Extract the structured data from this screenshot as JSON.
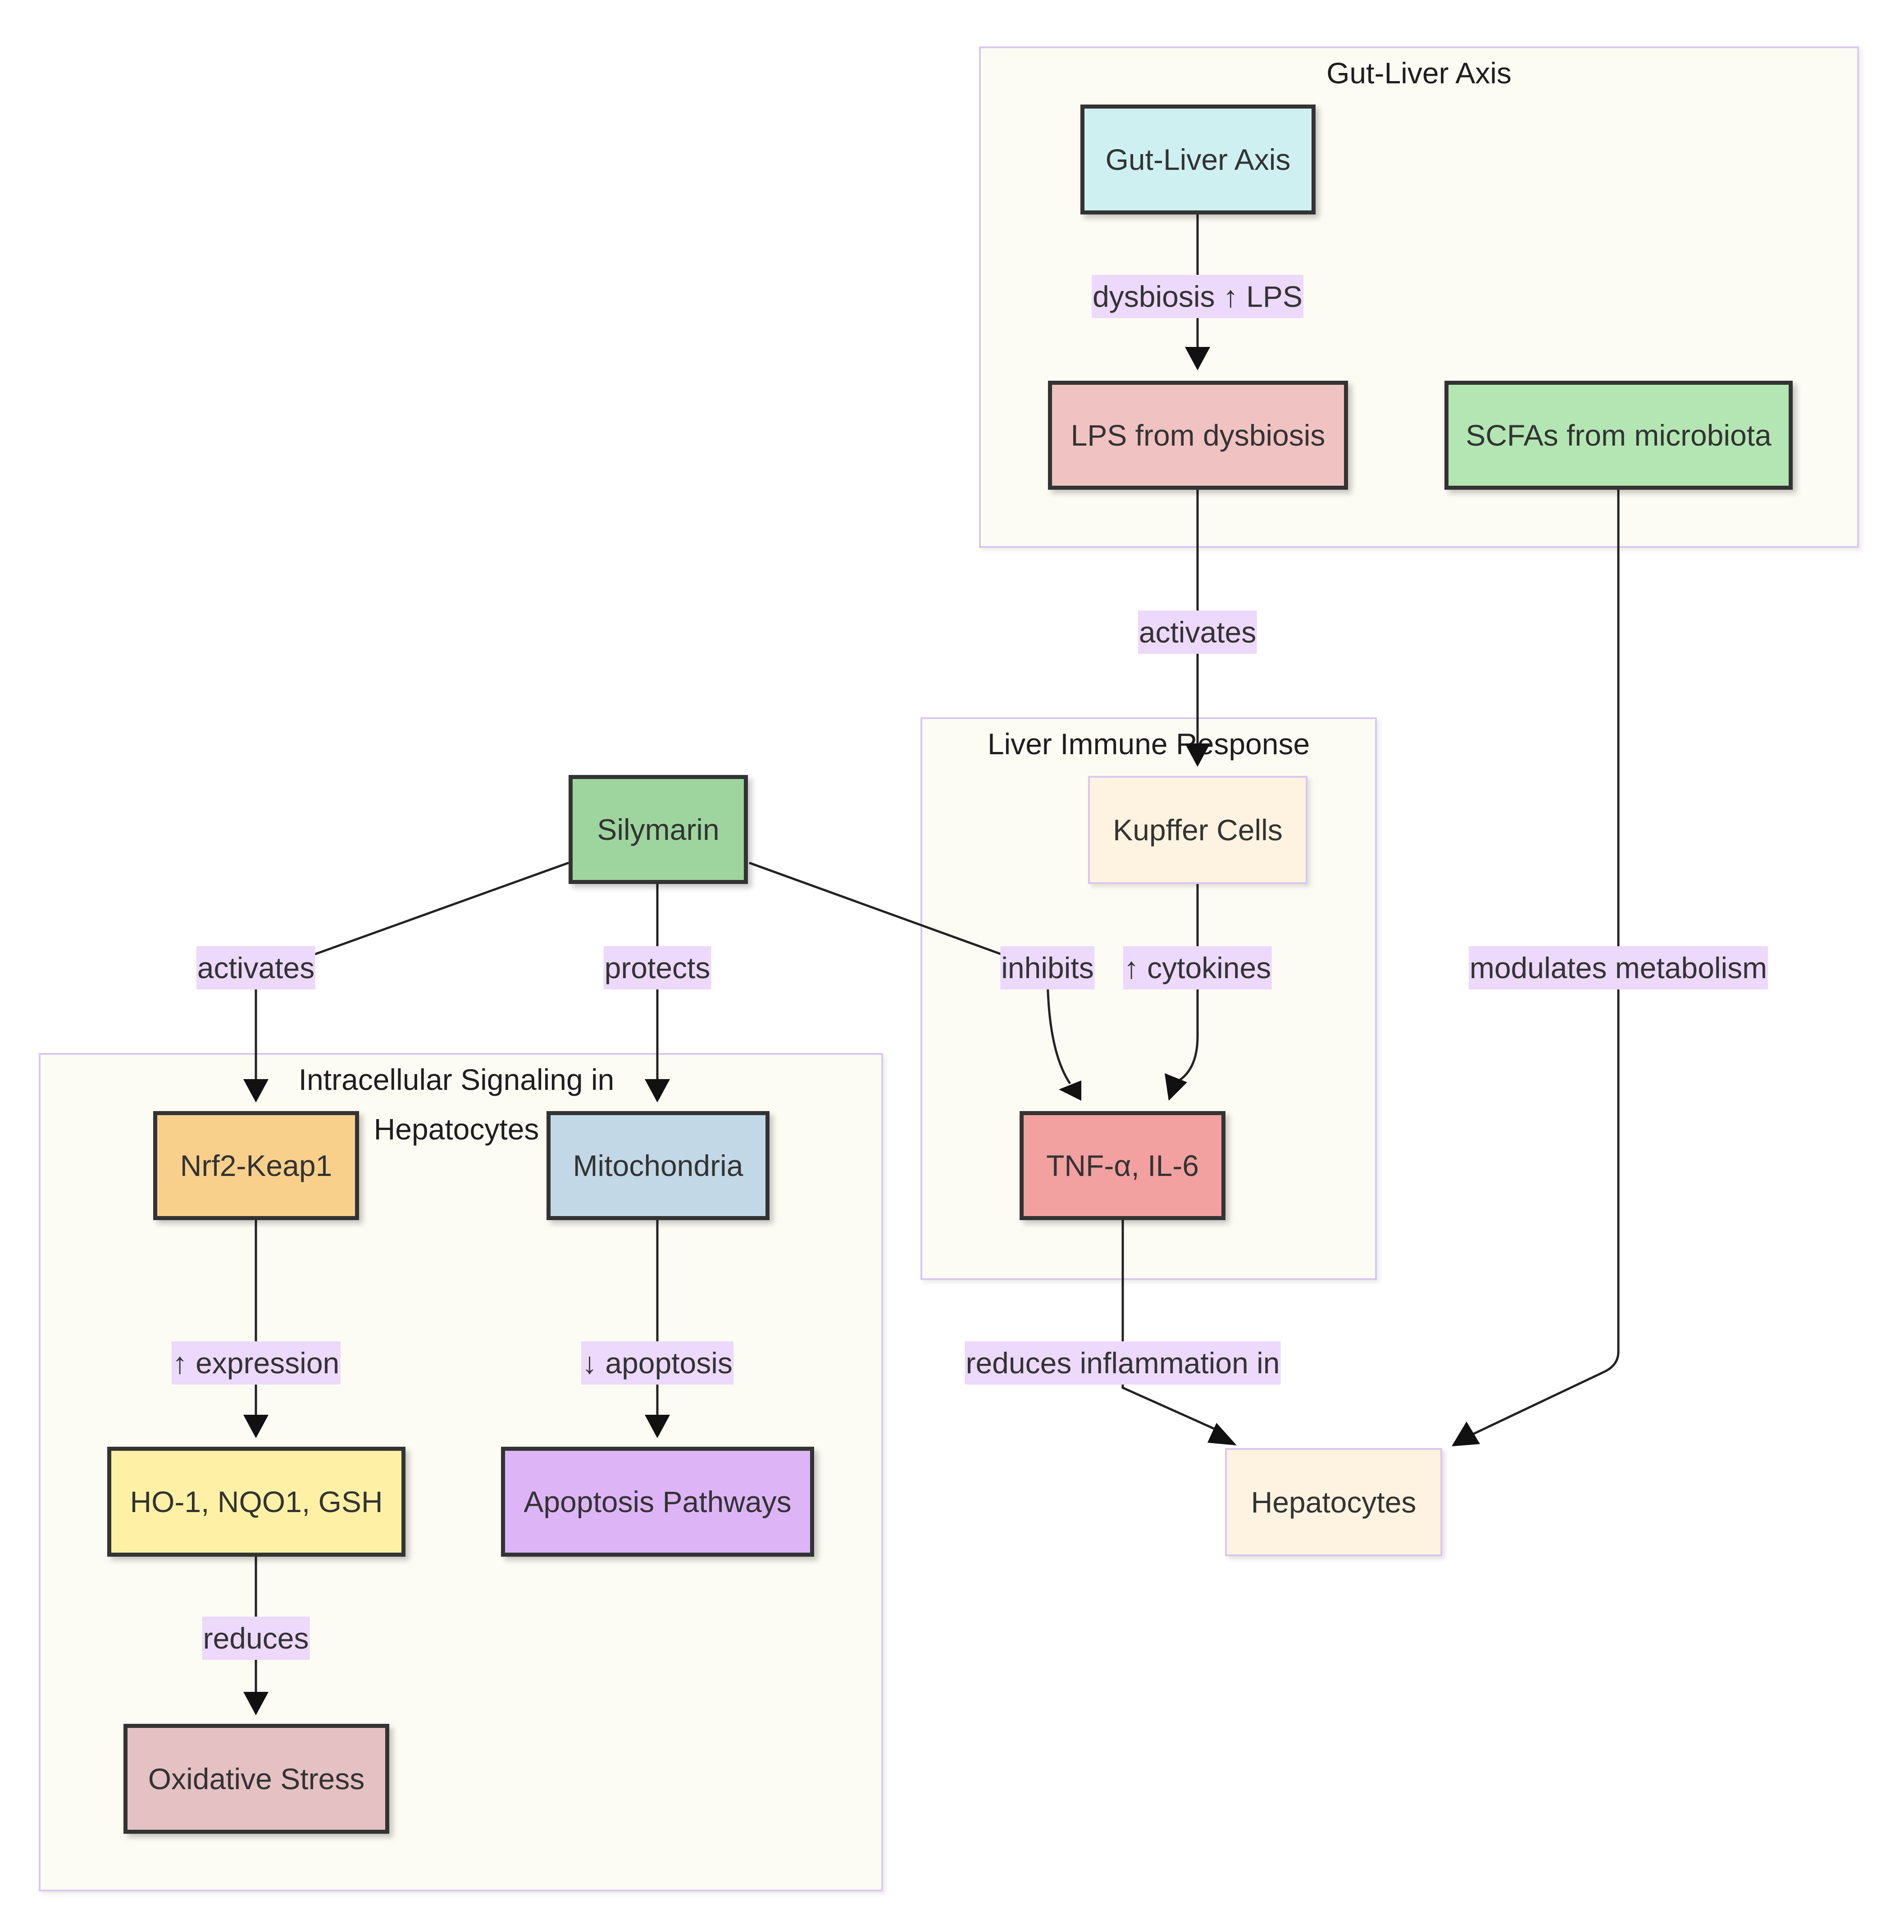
{
  "clusters": {
    "gut": {
      "title": "Gut-Liver Axis"
    },
    "immune": {
      "title": "Liver Immune Response"
    },
    "intra": {
      "title_line1": "Intracellular Signaling in",
      "title_line2": "Hepatocytes"
    }
  },
  "nodes": {
    "gut_liver_axis": {
      "label": "Gut-Liver Axis",
      "fill": "#cff0f0"
    },
    "lps": {
      "label": "LPS from dysbiosis",
      "fill": "#f1c2c2"
    },
    "scfa": {
      "label": "SCFAs from microbiota",
      "fill": "#b3e6b3"
    },
    "kupffer": {
      "label": "Kupffer Cells",
      "fill": "#fdf3e0"
    },
    "tnf": {
      "label": "TNF-α, IL-6",
      "fill": "#f2a0a0"
    },
    "silymarin": {
      "label": "Silymarin",
      "fill": "#9ed59e"
    },
    "nrf2": {
      "label": "Nrf2-Keap1",
      "fill": "#f8d08c"
    },
    "mito": {
      "label": "Mitochondria",
      "fill": "#c3d8e6"
    },
    "ho1": {
      "label": "HO-1, NQO1, GSH",
      "fill": "#fef1a6"
    },
    "apoptosis": {
      "label": "Apoptosis Pathways",
      "fill": "#ddb5f7"
    },
    "oxstress": {
      "label": "Oxidative Stress",
      "fill": "#e5c1c3"
    },
    "hepatocytes": {
      "label": "Hepatocytes",
      "fill": "#fdf3e0"
    }
  },
  "edges": {
    "dysbiosis": "dysbiosis ↑ LPS",
    "activates_lps": "activates",
    "cytokines": "↑ cytokines",
    "inhibits": "inhibits",
    "activates_nrf2": "activates",
    "protects": "protects",
    "modulates": "modulates metabolism",
    "expression": "↑ expression",
    "apoptosis_down": "↓ apoptosis",
    "reduces": "reduces",
    "reduces_inflammation": "reduces inflammation in"
  }
}
